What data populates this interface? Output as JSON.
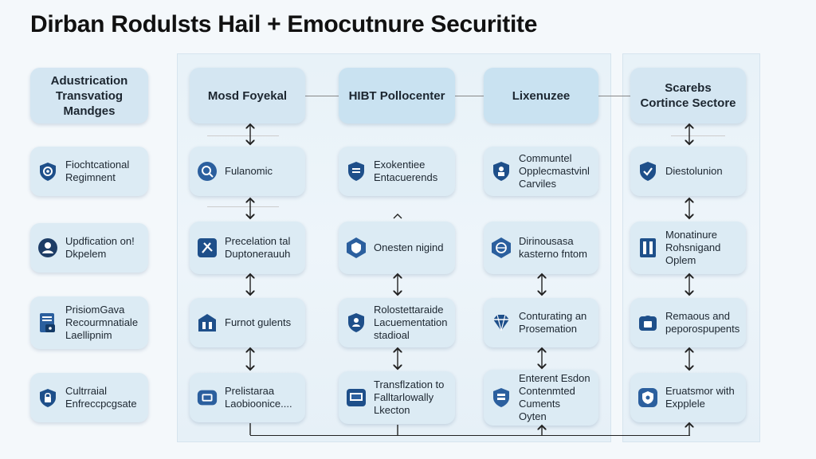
{
  "title": "Dirban Rodulsts Hail + Emocutnure Securitite",
  "left_column": [
    {
      "label": "Adustrication\nTransvatiog\nMandges",
      "header": true
    },
    {
      "label": "Fiochtcational\nRegimnent",
      "icon": "shield-gear-icon"
    },
    {
      "label": "Updfication on!\nDkpelem",
      "icon": "gear-person-icon"
    },
    {
      "label": "PrisiomGava\nRecourmnatiale\nLaellipnim",
      "icon": "document-lock-icon"
    },
    {
      "label": "Cultrraial\nEnfreccpcgsate",
      "icon": "shield-lock-icon"
    }
  ],
  "columns": [
    {
      "header": "Mosd Foyekal",
      "items": [
        {
          "label": "Fulanomic",
          "icon": "search-shield-icon"
        },
        {
          "label": "Precelation tal\nDuptonerauuh",
          "icon": "shield-tools-icon"
        },
        {
          "label": "Furnot gulents",
          "icon": "building-icon"
        },
        {
          "label": "Prelistaraa\nLaobioonice....",
          "icon": "server-shield-icon"
        }
      ]
    },
    {
      "header": "HIBT Pollocenter",
      "items": [
        {
          "label": "Exokentiee\nEntacuerends",
          "icon": "shield-document-icon"
        },
        {
          "label": "Onesten nigind",
          "icon": "hexagon-shield-icon"
        },
        {
          "label": "Rolostettaraide\nLacuementation\nstadioal",
          "icon": "shield-person-icon"
        },
        {
          "label": "Transflzation to\nFalltarlowally\nLkecton",
          "icon": "computer-shield-icon"
        }
      ]
    },
    {
      "header": "Lixenuzee",
      "items": [
        {
          "label": "Communtel\nOpplecmastvinl\nCarviles",
          "icon": "shield-user-icon"
        },
        {
          "label": "Dirinousasa\nkasterno fntom",
          "icon": "hexagon-globe-icon"
        },
        {
          "label": "Conturating an\nProsemation",
          "icon": "diamond-icon"
        },
        {
          "label": "Enterent Esdon\nContenmted\nCuments\nOyten",
          "icon": "shield-server-icon"
        }
      ]
    },
    {
      "header": "Scarebs\nCortince Sectore",
      "items": [
        {
          "label": "Diestolunion",
          "icon": "shield-check-icon"
        },
        {
          "label": "Monatinure\nRohsnigand\nOplem",
          "icon": "lock-document-icon"
        },
        {
          "label": "Remaous and\npeporospupents",
          "icon": "lock-gear-icon"
        },
        {
          "label": "Eruatsmor with\nExpplele",
          "icon": "shield-gear-icon"
        }
      ]
    }
  ]
}
